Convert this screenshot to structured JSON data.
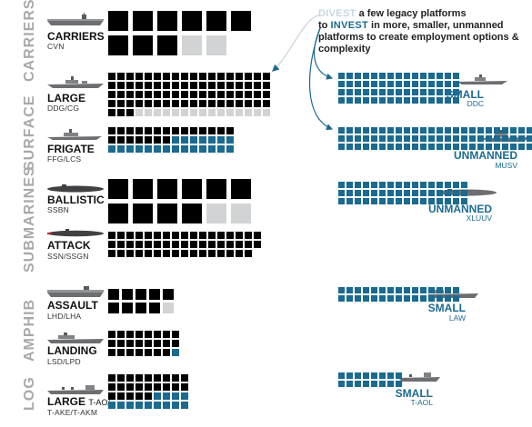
{
  "colors": {
    "current": "#000000",
    "divest": "#d1d3d4",
    "future": "#1b6a8f",
    "category": "#a7a9ac",
    "arrow": "#1b6a8f"
  },
  "note": {
    "divest_word": "DIVEST",
    "line1_rest": " a few legacy platforms",
    "to_word": "to ",
    "invest_word": "INVEST",
    "line2_rest": " in more, smaller, unmanned platforms to create employment options & complexity"
  },
  "categories": [
    {
      "label": "CARRIERS"
    },
    {
      "label": "SURFACE"
    },
    {
      "label": "SUBMARINES"
    },
    {
      "label": "AMPHIB"
    },
    {
      "label": "LOG"
    }
  ],
  "rows": [
    {
      "name": "CARRIERS",
      "sub": "CVN",
      "icon": "aircraft-carrier-icon",
      "black": 9,
      "gray": 2,
      "blue": 0
    },
    {
      "name": "LARGE",
      "sub": "DDG/CG",
      "icon": "destroyer-icon",
      "black": 75,
      "gray": 15,
      "blue": 0
    },
    {
      "name": "FRIGATE",
      "sub": "FFG/LCS",
      "icon": "frigate-icon",
      "black": 21,
      "gray": 0,
      "blue": 21
    },
    {
      "name": "BALLISTIC",
      "sub": "SSBN",
      "icon": "ballistic-submarine-icon",
      "black": 10,
      "gray": 2,
      "blue": 0
    },
    {
      "name": "ATTACK",
      "sub": "SSN/SSGN",
      "icon": "attack-submarine-icon",
      "black": 50,
      "gray": 0,
      "blue": 0
    },
    {
      "name": "ASSAULT",
      "sub": "LHD/LHA",
      "icon": "amphibious-assault-ship-icon",
      "black": 9,
      "gray": 1,
      "blue": 0
    },
    {
      "name": "LANDING",
      "sub": "LSD/LPD",
      "icon": "landing-ship-icon",
      "black": 23,
      "gray": 0,
      "blue": 1
    },
    {
      "name": "LARGE",
      "sub": "T-AO/ T-AKE/T-AKM",
      "sub_a": "T-AO/",
      "sub_b": "T-AKE/T-AKM",
      "icon": "oiler-icon",
      "black": 23,
      "gray": 0,
      "blue": 13
    }
  ],
  "future": [
    {
      "name": "SMALL",
      "sub": "DDC",
      "icon": "small-combatant-icon",
      "blue": 60
    },
    {
      "name": "UNMANNED",
      "sub": "MUSV",
      "icon": "unmanned-surface-vessel-icon",
      "blue": 78
    },
    {
      "name": "UNMANNED",
      "sub": "XLUUV",
      "icon": "unmanned-undersea-vehicle-icon",
      "blue": 48
    },
    {
      "name": "SMALL",
      "sub": "LAW",
      "icon": "light-amphibious-warship-icon",
      "blue": 30
    },
    {
      "name": "SMALL",
      "sub": "T-AOL",
      "icon": "small-oiler-icon",
      "blue": 16
    }
  ]
}
